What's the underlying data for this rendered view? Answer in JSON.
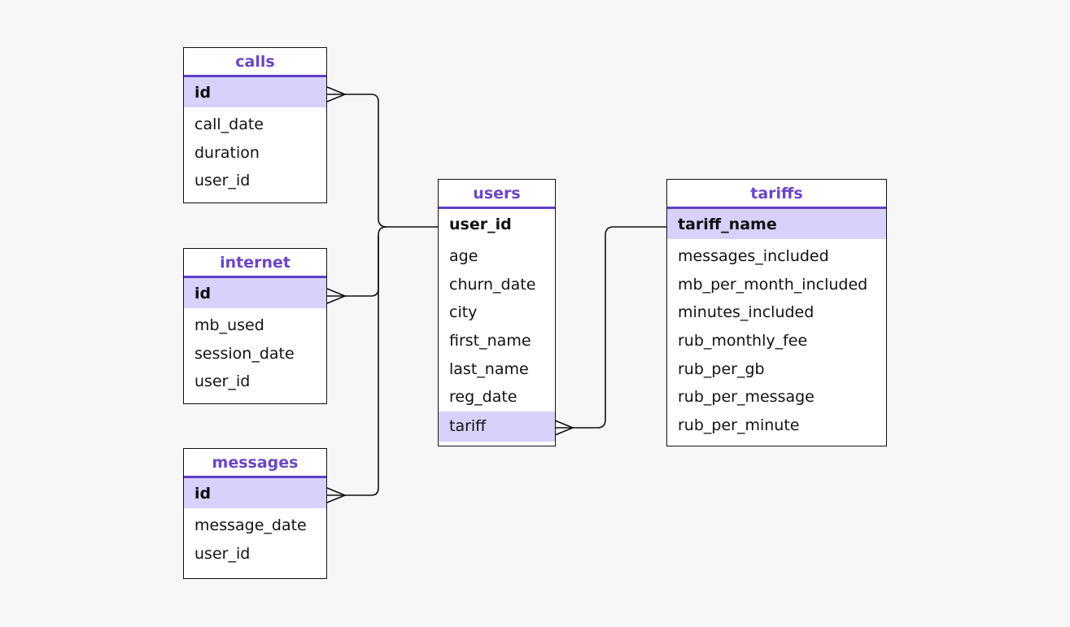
{
  "diagram": {
    "entities": [
      {
        "id": "calls",
        "name": "calls",
        "fields": [
          {
            "name": "id",
            "key": "pk"
          },
          {
            "name": "call_date"
          },
          {
            "name": "duration"
          },
          {
            "name": "user_id"
          }
        ]
      },
      {
        "id": "internet",
        "name": "internet",
        "fields": [
          {
            "name": "id",
            "key": "pk"
          },
          {
            "name": "mb_used"
          },
          {
            "name": "session_date"
          },
          {
            "name": "user_id"
          }
        ]
      },
      {
        "id": "messages",
        "name": "messages",
        "fields": [
          {
            "name": "id",
            "key": "pk"
          },
          {
            "name": "message_date"
          },
          {
            "name": "user_id"
          }
        ]
      },
      {
        "id": "users",
        "name": "users",
        "fields": [
          {
            "name": "user_id",
            "key": "pk-plain"
          },
          {
            "name": "age"
          },
          {
            "name": "churn_date"
          },
          {
            "name": "city"
          },
          {
            "name": "first_name"
          },
          {
            "name": "last_name"
          },
          {
            "name": "reg_date"
          },
          {
            "name": "tariff",
            "key": "highlight"
          }
        ]
      },
      {
        "id": "tariffs",
        "name": "tariffs",
        "fields": [
          {
            "name": "tariff_name",
            "key": "pk"
          },
          {
            "name": "messages_included"
          },
          {
            "name": "mb_per_month_included"
          },
          {
            "name": "minutes_included"
          },
          {
            "name": "rub_monthly_fee"
          },
          {
            "name": "rub_per_gb"
          },
          {
            "name": "rub_per_message"
          },
          {
            "name": "rub_per_minute"
          }
        ]
      }
    ],
    "relationships": [
      {
        "from": "calls.id",
        "to": "users.user_id",
        "from_cardinality": "many",
        "to_cardinality": "one"
      },
      {
        "from": "internet.id",
        "to": "users.user_id",
        "from_cardinality": "many",
        "to_cardinality": "one"
      },
      {
        "from": "messages.id",
        "to": "users.user_id",
        "from_cardinality": "many",
        "to_cardinality": "one"
      },
      {
        "from": "users.tariff",
        "to": "tariffs.tariff_name",
        "from_cardinality": "many",
        "to_cardinality": "one"
      }
    ],
    "colors": {
      "background": "#f7f7f7",
      "header_text": "#6a46c6",
      "header_rule": "#6040c8",
      "key_row": "#d7d1fb",
      "border": "#111111"
    }
  }
}
